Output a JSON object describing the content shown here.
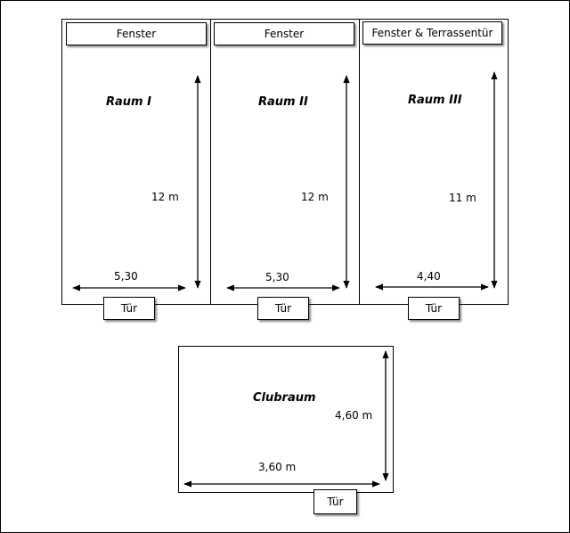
{
  "rooms": [
    {
      "name": "Raum I",
      "window_label": "Fenster",
      "door_label": "Tür",
      "width_label": "5,30",
      "length_label": "12 m"
    },
    {
      "name": "Raum II",
      "window_label": "Fenster",
      "door_label": "Tür",
      "width_label": "5,30",
      "length_label": "12 m"
    },
    {
      "name": "Raum III",
      "window_label": "Fenster & Terrassentür",
      "door_label": "Tür",
      "width_label": "4,40",
      "length_label": "11 m"
    }
  ],
  "clubroom": {
    "name": "Clubraum",
    "door_label": "Tür",
    "width_label": "3,60 m",
    "length_label": "4,60 m"
  }
}
